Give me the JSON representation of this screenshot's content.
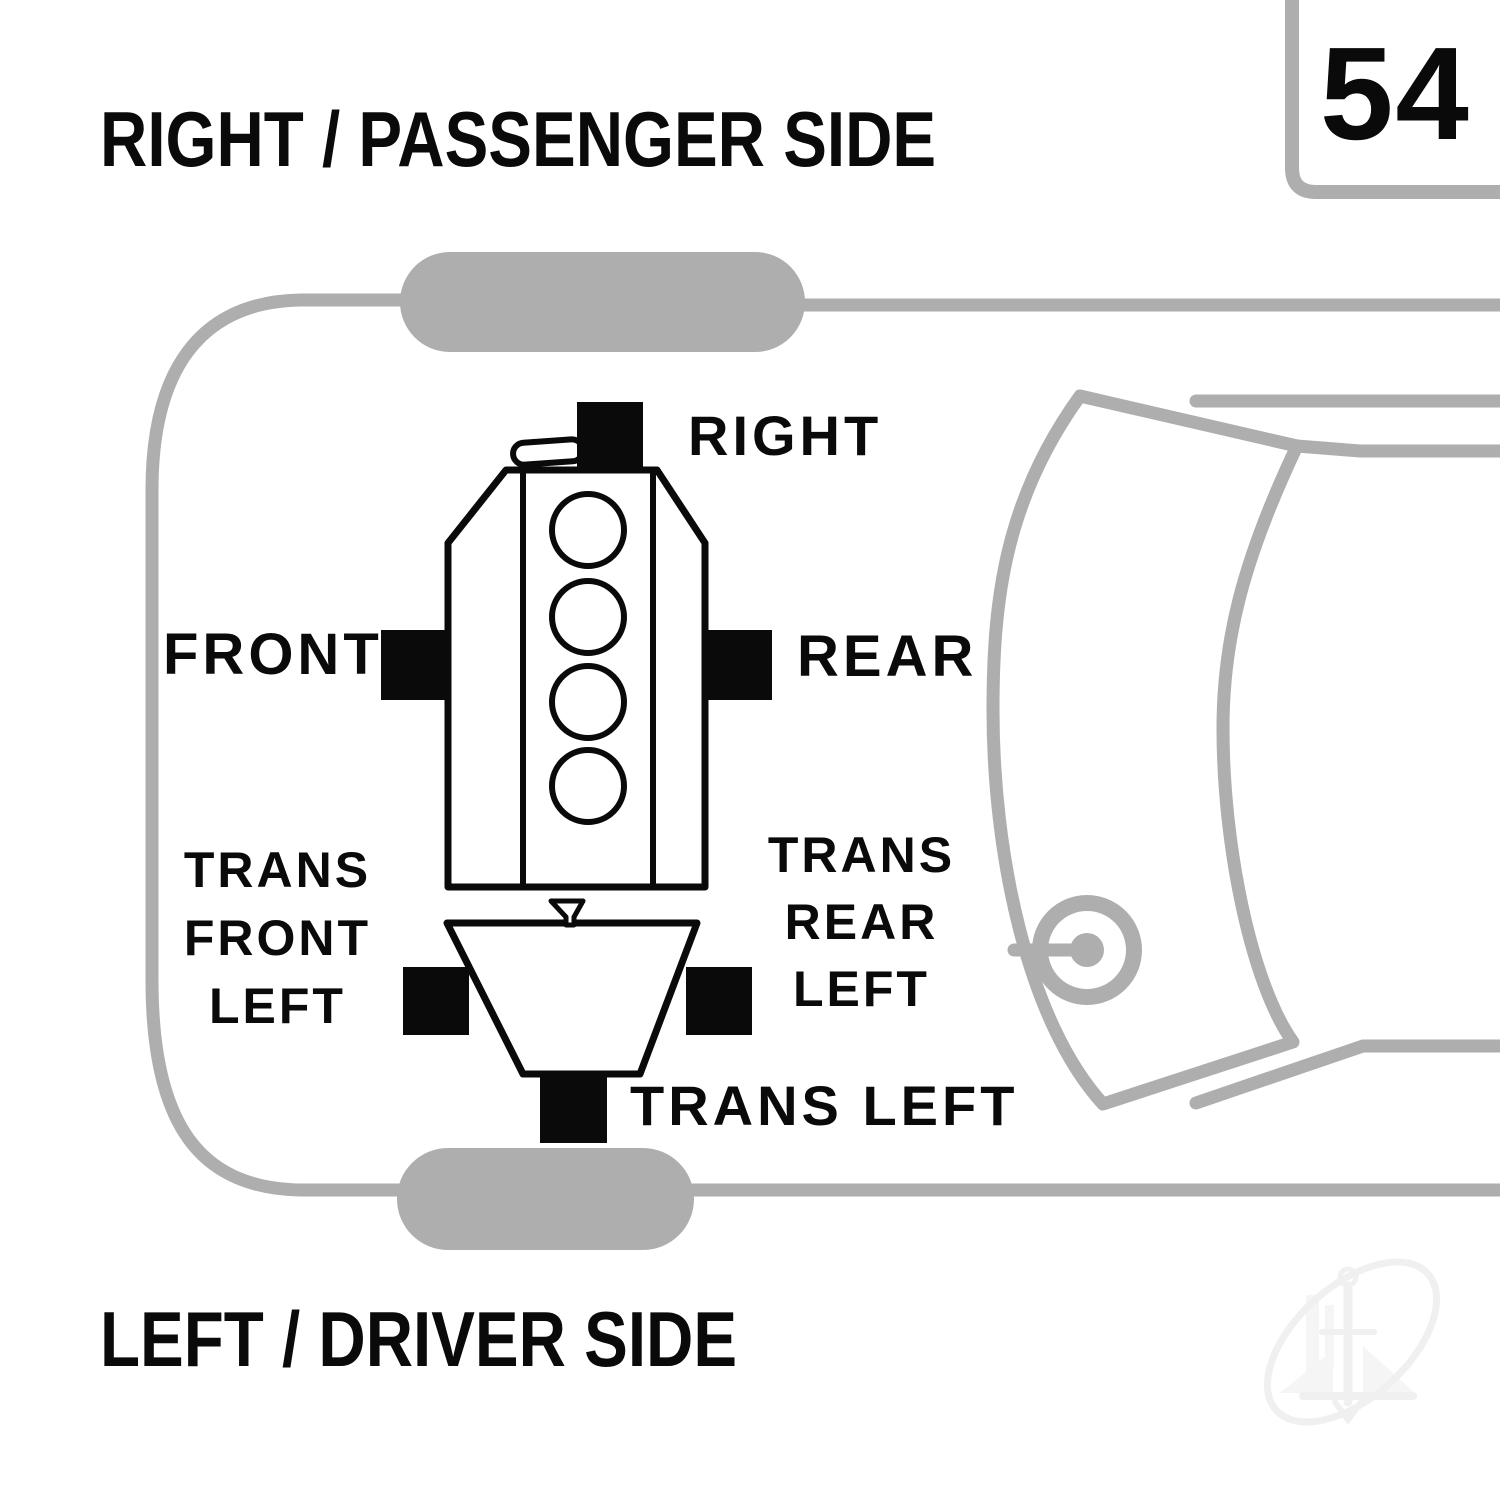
{
  "header": {
    "title": "RIGHT / PASSENGER SIDE",
    "page_number": "54"
  },
  "footer": {
    "title": "LEFT / DRIVER SIDE"
  },
  "mount_labels": {
    "right": "RIGHT",
    "front": "FRONT",
    "rear": "REAR",
    "trans_left": "TRANS LEFT",
    "trans_front_left": {
      "line1": "TRANS",
      "line2": "FRONT",
      "line3": "LEFT"
    },
    "trans_rear_left": {
      "line1": "TRANS",
      "line2": "REAR",
      "line3": "LEFT"
    }
  },
  "diagram": {
    "type": "engine-mount-location-top-view",
    "engine_cylinders_visible": 4,
    "mount_positions": [
      "RIGHT",
      "FRONT",
      "REAR",
      "TRANS FRONT LEFT",
      "TRANS REAR LEFT",
      "TRANS LEFT"
    ],
    "colors": {
      "car_outline_gray": "#aeaeae",
      "mount_black": "#0a0a0a",
      "watermark_gray": "#f0f0f0",
      "background": "#ffffff"
    }
  }
}
